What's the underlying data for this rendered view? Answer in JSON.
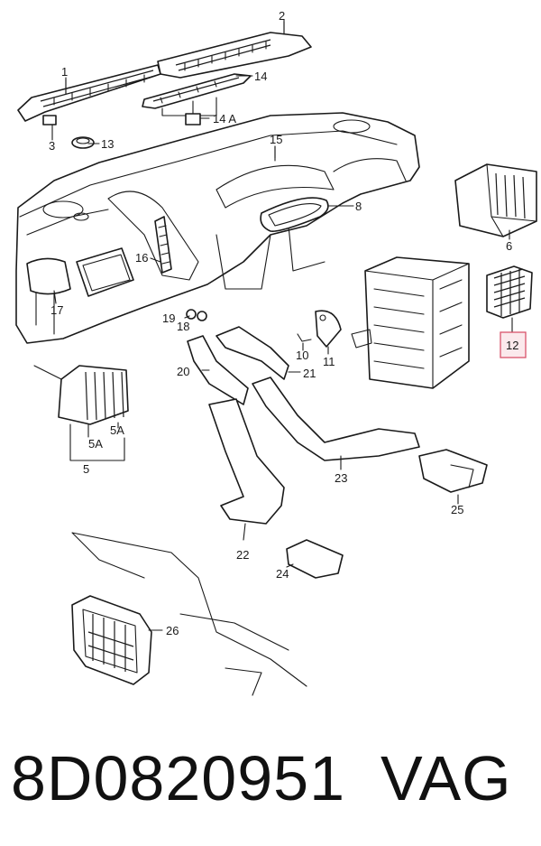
{
  "callouts": {
    "c1": "1",
    "c2": "2",
    "c3": "3",
    "c5": "5",
    "c5a_left": "5A",
    "c5a_right": "5A",
    "c6": "6",
    "c8": "8",
    "c10": "10",
    "c11": "11",
    "c12": "12",
    "c13": "13",
    "c14": "14",
    "c14a": "14 A",
    "c15": "15",
    "c16": "16",
    "c17": "17",
    "c18": "18",
    "c19": "19",
    "c20": "20",
    "c21": "21",
    "c22": "22",
    "c23": "23",
    "c24": "24",
    "c25": "25",
    "c26": "26"
  },
  "highlighted_callout": "12",
  "footer": {
    "part_number": "8D0820951",
    "brand": "VAG"
  },
  "colors": {
    "line": "#1a1a1a",
    "highlight_border": "#d9536b",
    "highlight_fill": "#fbe9ec"
  }
}
